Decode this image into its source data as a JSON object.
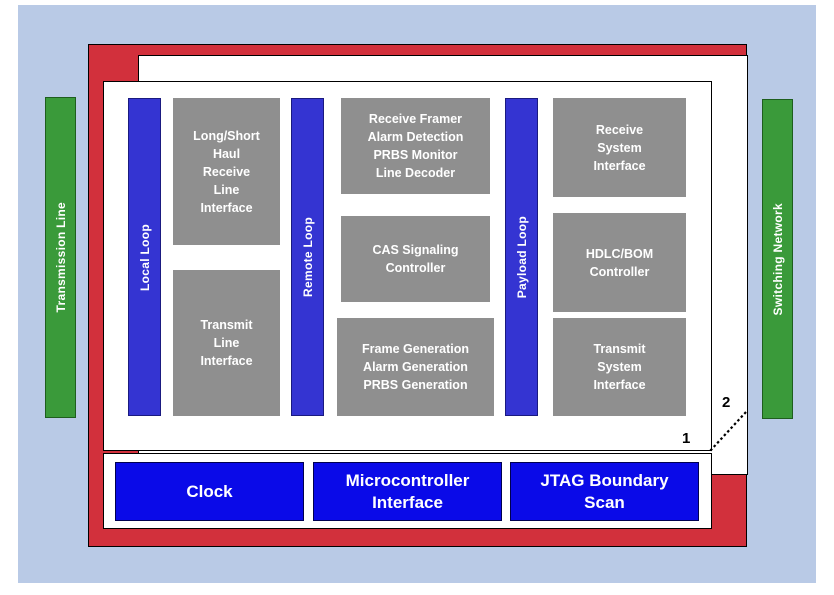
{
  "side_labels": {
    "left": "Transmission Line",
    "right": "Switching Network"
  },
  "loops": {
    "local": "Local Loop",
    "remote": "Remote Loop",
    "payload": "Payload Loop"
  },
  "blocks": {
    "receive_line": "Long/Short\nHaul\nReceive\nLine\nInterface",
    "transmit_line": "Transmit\nLine\nInterface",
    "receive_framer": "Receive Framer\nAlarm Detection\nPRBS Monitor\nLine Decoder",
    "cas": "CAS Signaling\nController",
    "frame_gen": "Frame Generation\nAlarm Generation\nPRBS Generation",
    "receive_system": "Receive\nSystem\nInterface",
    "hdlc": "HDLC/BOM\nController",
    "transmit_system": "Transmit\nSystem\nInterface"
  },
  "bottom_blocks": {
    "clock": "Clock",
    "micro": "Microcontroller\nInterface",
    "jtag": "JTAG Boundary\nScan"
  },
  "markers": {
    "one": "1",
    "two": "2"
  },
  "colors": {
    "background": "#b9cae6",
    "chip": "#d2303c",
    "green": "#3a9a3a",
    "loop": "#3434d2",
    "block": "#8f8f8f",
    "bottom_block": "#0a0ae8"
  }
}
